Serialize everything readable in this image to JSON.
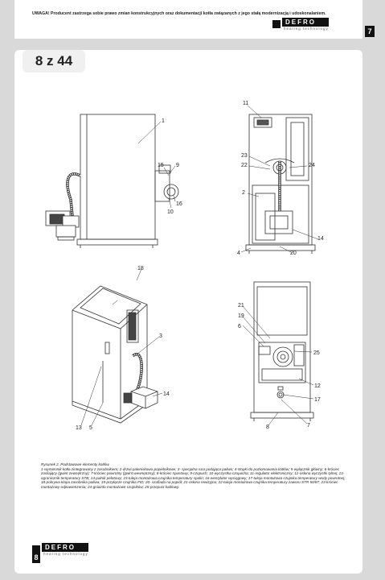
{
  "previous_page": {
    "warning": "UWAGA! Producent zastrzega sobie prawo zmian konstrukcyjnych oraz dokumentacji kotła związanych z jego stałą modernizacją i udoskonalaniem.",
    "logo_brand": "DEFRO",
    "logo_sub": "heating technology",
    "page_number": "7"
  },
  "page_indicator": "8 z 44",
  "figure": {
    "labels": {
      "n1": "1",
      "n2": "2",
      "n3": "3",
      "n4": "4",
      "n5": "5",
      "n6": "6",
      "n7": "7",
      "n8": "8",
      "n9": "9",
      "n10": "10",
      "n11": "11",
      "n12": "12",
      "n13": "13",
      "n14": "14",
      "n15": "15",
      "n16": "16",
      "n17": "17",
      "n18": "18",
      "n19": "19",
      "n20": "20",
      "n21": "21",
      "n22": "22",
      "n23": "23",
      "n24": "24",
      "n25": "25"
    }
  },
  "caption": {
    "title": "Rysunek 2. Podstawowe elementy kotłów.",
    "text": "1-wymiennik kotła zintegrowany z zasobnikiem; 2-drzwi paleniskowo-popielnikowe; 3- specjalna rura podająca paliwo; 4-stopki do poziomowania kotłów; 5-wyłącznik główny; 6-króciec zasilający (gwint zewnętrzny); 7-króciec powrotny (gwint wewnętrzny); 8-króciec spustowy; 9-czopuch; 10-wyczystka czopucha; 11-regulator elektroniczny; 12-osłona wyczystki tylnej; 13-ogranicznik temperatury STB; 14-palnik peletowy; 15-tuleja montażowa czujnika temperatury spalin; 16-wentylator wyciągowy; 17-tuleja montażowa czujnika temperatury wody powrotnej; 18-pokrywa klapa zasobnika paliwa; 19-przyłącze czujnika FID; 20- szuflada na popiół; 21-osłona rewizyjna; 22-tuleja montażowa czujnika temperatury zaworu STR 50/87; 23-króciec montażowy odpowietrzenia; 24-gniazdo montażowe czujników; 25-przepust kablowy."
  },
  "footer": {
    "logo_brand": "DEFRO",
    "logo_sub": "heating technology",
    "page_number": "8"
  }
}
